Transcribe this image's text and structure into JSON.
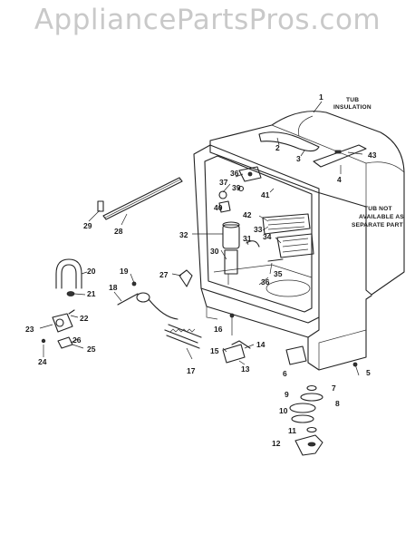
{
  "watermark": "AppliancePartsPros.com",
  "notes": {
    "tub_insulation_line1": "TUB",
    "tub_insulation_line2": "INSULATION",
    "tub_not_available_line1": "TUB NOT",
    "tub_not_available_line2": "AVAILABLE AS",
    "tub_not_available_line3": "SEPARATE PART"
  },
  "callouts": {
    "c1": "1",
    "c2": "2",
    "c3": "3",
    "c4": "4",
    "c5": "5",
    "c6": "6",
    "c7": "7",
    "c8": "8",
    "c9": "9",
    "c10": "10",
    "c11": "11",
    "c12": "12",
    "c13": "13",
    "c14": "14",
    "c15": "15",
    "c16": "16",
    "c17": "17",
    "c18": "18",
    "c19": "19",
    "c20": "20",
    "c21": "21",
    "c22": "22",
    "c23": "23",
    "c24": "24",
    "c25": "25",
    "c26": "26",
    "c27": "27",
    "c28": "28",
    "c29": "29",
    "c30": "30",
    "c31": "31",
    "c32": "32",
    "c33": "33",
    "c34": "34",
    "c35": "35",
    "c36a": "36",
    "c36b": "36",
    "c37": "37",
    "c39": "39",
    "c40": "40",
    "c41": "41",
    "c42": "42",
    "c43": "43"
  }
}
